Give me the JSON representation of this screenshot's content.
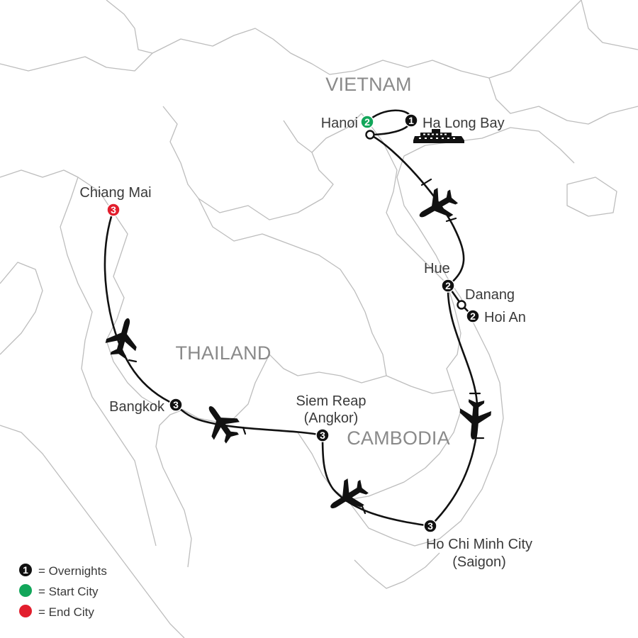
{
  "map": {
    "countries": [
      "VIETNAM",
      "THAILAND",
      "CAMBODIA"
    ],
    "colors": {
      "overnight": "#111111",
      "start_city": "#12a65a",
      "end_city": "#e21e2d",
      "borders": "#bdbdbd",
      "country_label": "#8a8a8a"
    },
    "stops": [
      {
        "name": "Hanoi",
        "nights": "2",
        "role": "start",
        "transport_in": "none"
      },
      {
        "name": "Ha Long Bay",
        "nights": "1",
        "role": "overnight",
        "transport_in": "ship-icon"
      },
      {
        "name": "Hue",
        "nights": "2",
        "role": "overnight",
        "transport_in": "airplane-icon"
      },
      {
        "name": "Danang",
        "nights": "",
        "role": "via",
        "transport_in": "road"
      },
      {
        "name": "Hoi An",
        "nights": "2",
        "role": "overnight",
        "transport_in": "road"
      },
      {
        "name": "Ho Chi Minh City",
        "sub": "(Saigon)",
        "nights": "3",
        "role": "overnight",
        "transport_in": "airplane-icon"
      },
      {
        "name": "Siem Reap",
        "sub": "(Angkor)",
        "nights": "3",
        "role": "overnight",
        "transport_in": "airplane-icon"
      },
      {
        "name": "Bangkok",
        "nights": "3",
        "role": "overnight",
        "transport_in": "airplane-icon"
      },
      {
        "name": "Chiang Mai",
        "nights": "3",
        "role": "end",
        "transport_in": "airplane-icon"
      }
    ]
  },
  "legend": {
    "overnights_symbol": "1",
    "overnights": "= Overnights",
    "start": "= Start City",
    "end": "= End City"
  }
}
